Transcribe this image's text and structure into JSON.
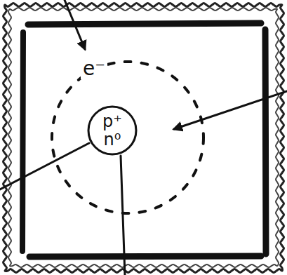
{
  "diagram": {
    "nodes": [
      {
        "text": [
          "p⁺",
          "n⁰"
        ]
      }
    ],
    "labels": [
      "e⁻"
    ]
  }
}
